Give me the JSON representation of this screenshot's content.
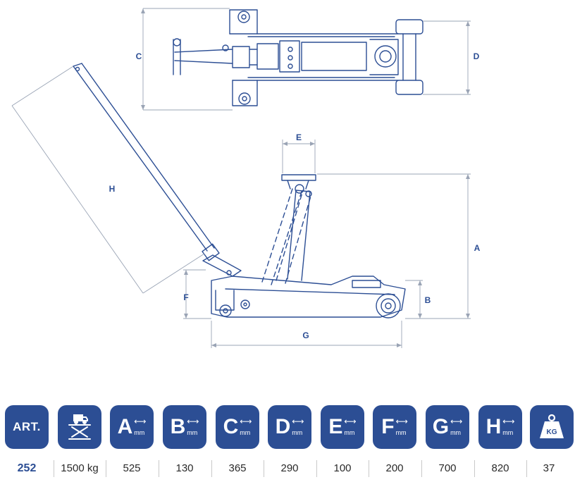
{
  "dimension_labels": {
    "A": "A",
    "B": "B",
    "C": "C",
    "D": "D",
    "E": "E",
    "F": "F",
    "G": "G",
    "H": "H"
  },
  "spec_table": {
    "art_label": "ART.",
    "tiles": [
      {
        "letter": "A",
        "unit": "mm"
      },
      {
        "letter": "B",
        "unit": "mm"
      },
      {
        "letter": "C",
        "unit": "mm"
      },
      {
        "letter": "D",
        "unit": "mm"
      },
      {
        "letter": "E",
        "unit": "mm"
      },
      {
        "letter": "F",
        "unit": "mm"
      },
      {
        "letter": "G",
        "unit": "mm"
      },
      {
        "letter": "H",
        "unit": "mm"
      }
    ],
    "weight_label": "KG",
    "values": {
      "art": "252",
      "capacity": "1500 kg",
      "A": "525",
      "B": "130",
      "C": "365",
      "D": "290",
      "E": "100",
      "F": "200",
      "G": "700",
      "H": "820",
      "weight": "37"
    }
  },
  "colors": {
    "brand": "#2c4e94",
    "line": "#2c4e94",
    "dim": "#9aa4b5"
  }
}
